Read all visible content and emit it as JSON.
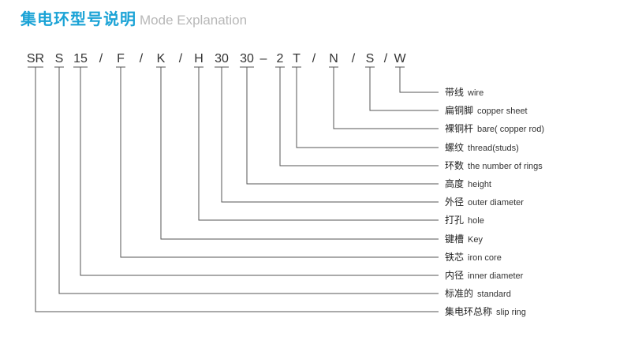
{
  "title": {
    "cn": "集电环型号说明",
    "en": "Mode Explanation"
  },
  "code": {
    "tokens": [
      {
        "id": "sr",
        "text": "SR"
      },
      {
        "id": "s",
        "text": "S"
      },
      {
        "id": "d15",
        "text": "15"
      },
      {
        "id": "slash1",
        "text": "/"
      },
      {
        "id": "f",
        "text": "F"
      },
      {
        "id": "slash2",
        "text": "/"
      },
      {
        "id": "k",
        "text": "K"
      },
      {
        "id": "slash3",
        "text": "/"
      },
      {
        "id": "h",
        "text": "H"
      },
      {
        "id": "d30a",
        "text": "30"
      },
      {
        "id": "d30b",
        "text": "30"
      },
      {
        "id": "dash",
        "text": "–"
      },
      {
        "id": "d2",
        "text": "2"
      },
      {
        "id": "t",
        "text": "T"
      },
      {
        "id": "slash4",
        "text": "/"
      },
      {
        "id": "n",
        "text": "N"
      },
      {
        "id": "slash5",
        "text": "/"
      },
      {
        "id": "s2",
        "text": "S"
      },
      {
        "id": "slash6",
        "text": "/"
      },
      {
        "id": "w",
        "text": "W"
      }
    ]
  },
  "legend": [
    {
      "token": "w",
      "cn": "带线",
      "en": "wire"
    },
    {
      "token": "s2",
      "cn": "扁铜脚",
      "en": "copper sheet"
    },
    {
      "token": "n",
      "cn": "裸铜杆",
      "en": "bare( copper rod)"
    },
    {
      "token": "t",
      "cn": "螺纹",
      "en": "thread(studs)"
    },
    {
      "token": "d2",
      "cn": "环数",
      "en": "the number of rings"
    },
    {
      "token": "d30b",
      "cn": "高度",
      "en": "height"
    },
    {
      "token": "d30a",
      "cn": "外径",
      "en": "outer diameter"
    },
    {
      "token": "h",
      "cn": "打孔",
      "en": "hole"
    },
    {
      "token": "k",
      "cn": "键槽",
      "en": "Key"
    },
    {
      "token": "f",
      "cn": "铁芯",
      "en": "iron core"
    },
    {
      "token": "d15",
      "cn": "内径",
      "en": "inner diameter"
    },
    {
      "token": "s",
      "cn": "标准的",
      "en": "standard"
    },
    {
      "token": "sr",
      "cn": "集电环总称",
      "en": "slip ring"
    }
  ]
}
